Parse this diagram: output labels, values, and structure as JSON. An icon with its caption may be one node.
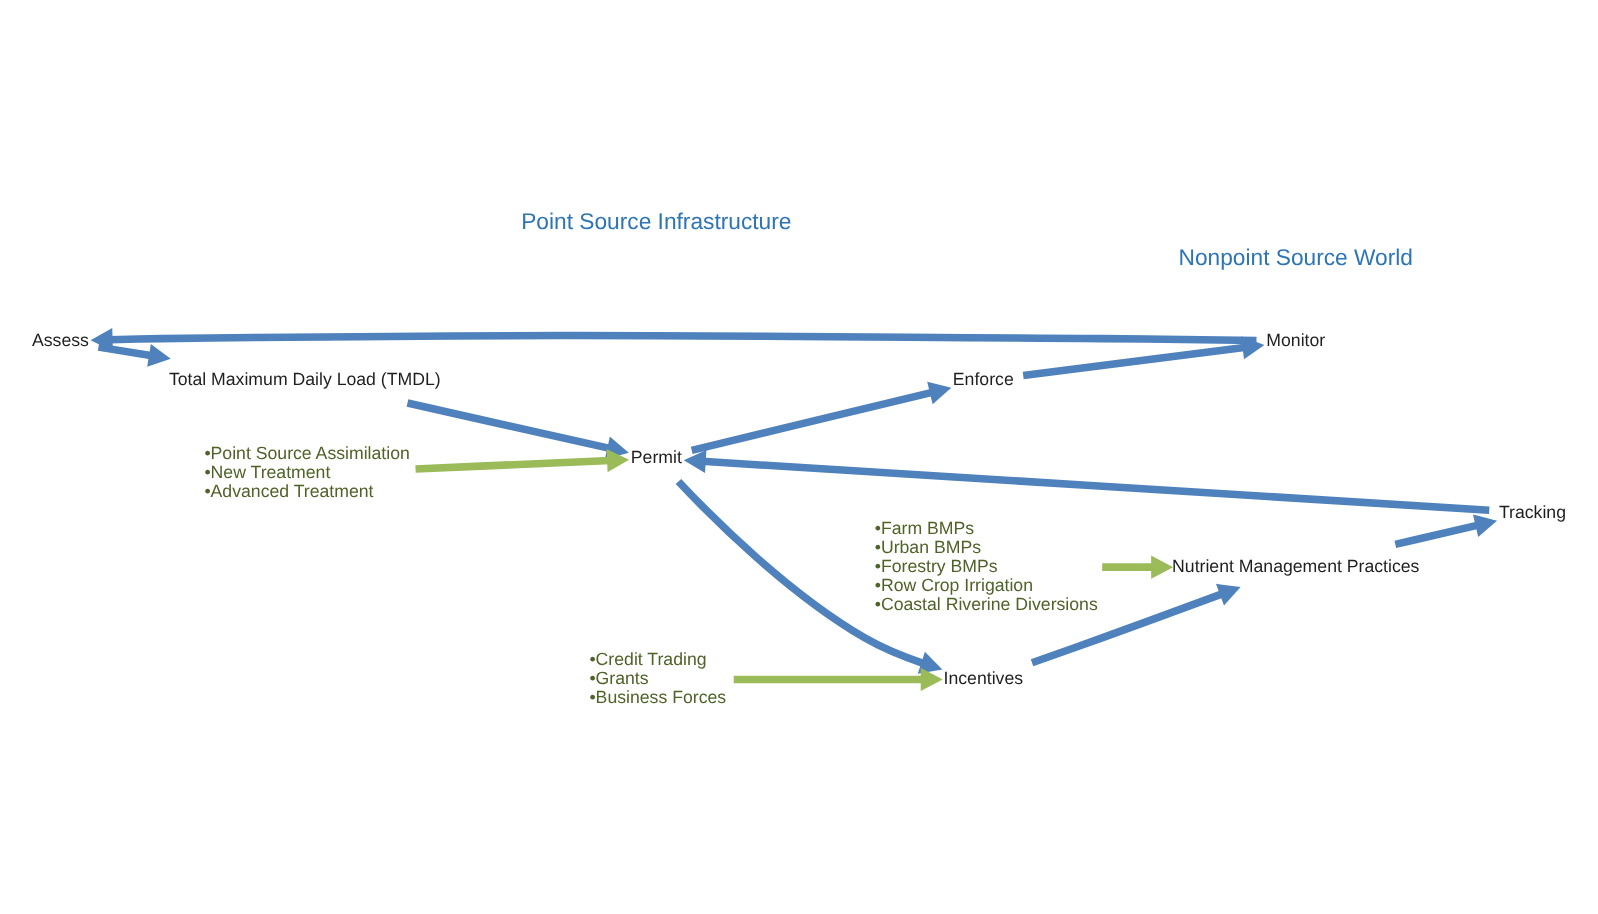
{
  "diagram": {
    "nodes": [
      {
        "text": [
          "Assess"
        ]
      },
      {
        "text": [
          "Total Maximum Daily Load (TMDL)"
        ]
      },
      {
        "text": [
          "Permit"
        ]
      },
      {
        "text": [
          "Enforce"
        ]
      },
      {
        "text": [
          "Monitor"
        ]
      },
      {
        "text": [
          "Incentives"
        ]
      },
      {
        "text": [
          "Nutrient Management Practices"
        ]
      },
      {
        "text": [
          "Tracking"
        ]
      },
      {
        "text": [
          "•Credit Trading",
          "•Grants",
          "•Business Forces"
        ]
      },
      {
        "text": [
          "•Point Source Assimilation",
          "•New Treatment",
          "•Advanced Treatment"
        ]
      },
      {
        "text": [
          "•Farm BMPs",
          "•Urban BMPs",
          "•Forestry BMPs",
          "•Row Crop Irrigation",
          "•Coastal Riverine Diversions"
        ]
      }
    ],
    "edges": [
      {
        "from": 0,
        "to": 1,
        "arrow": "to"
      },
      {
        "from": 1,
        "to": 2,
        "arrow": "to"
      },
      {
        "from": 2,
        "to": 3,
        "arrow": "to"
      },
      {
        "from": 3,
        "to": 4,
        "arrow": "to"
      },
      {
        "from": 4,
        "to": 0,
        "arrow": "to"
      },
      {
        "from": 2,
        "to": 5,
        "arrow": "to"
      },
      {
        "from": 5,
        "to": 6,
        "arrow": "to"
      },
      {
        "from": 6,
        "to": 7,
        "arrow": "to"
      },
      {
        "from": 7,
        "to": 2,
        "arrow": "to"
      },
      {
        "from": 8,
        "to": 5,
        "arrow": "to",
        "color": "#9bbb59"
      },
      {
        "from": 9,
        "to": 2,
        "arrow": "to",
        "color": "#9bbb59"
      },
      {
        "from": 10,
        "to": 6,
        "arrow": "to",
        "color": "#9bbb59"
      }
    ],
    "labels": [
      "Point Source Infrastructure",
      "Nonpoint Source World"
    ]
  }
}
